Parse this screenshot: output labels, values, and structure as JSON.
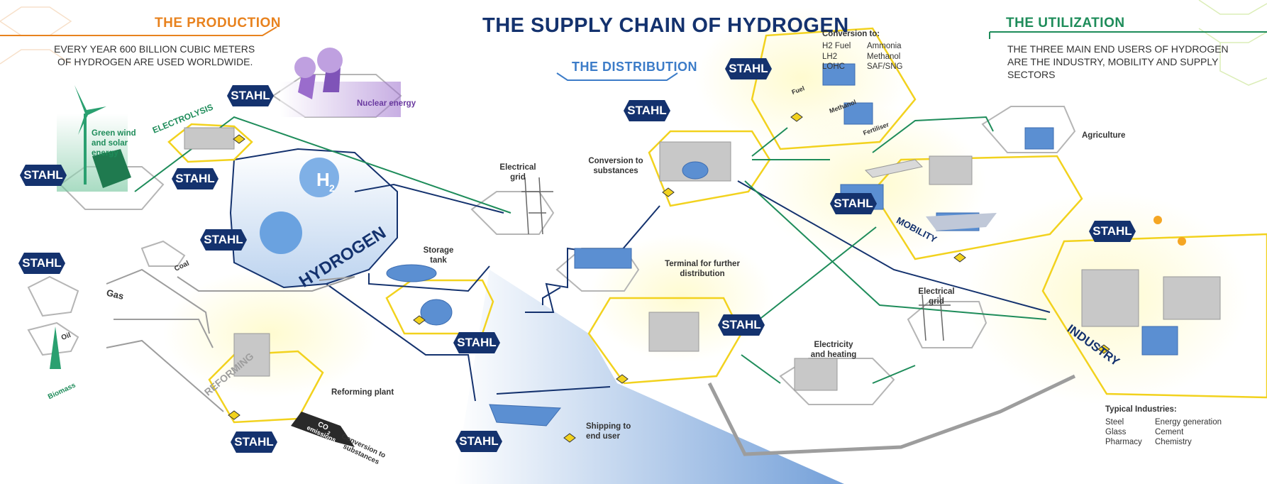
{
  "title": "THE SUPPLY CHAIN OF HYDROGEN",
  "sections": {
    "production": {
      "heading": "THE PRODUCTION",
      "text_line1": "EVERY YEAR 600 BILLION CUBIC METERS",
      "text_line2": "OF HYDROGEN ARE USED WORLDWIDE."
    },
    "distribution": {
      "heading": "THE DISTRIBUTION"
    },
    "utilization": {
      "heading": "THE UTILIZATION",
      "text_line1": "THE THREE MAIN END USERS OF HYDROGEN",
      "text_line2": "ARE THE INDUSTRY, MOBILITY AND SUPPLY",
      "text_line3": "SECTORS"
    }
  },
  "brand": "STAHL",
  "hub": {
    "label": "HYDROGEN",
    "symbol": "H",
    "subscript": "2"
  },
  "sources": {
    "nuclear": "Nuclear energy",
    "wind_l1": "Green wind",
    "wind_l2": "and solar",
    "wind_l3": "energy",
    "electrolysis": "ELECTROLYSIS",
    "gas": "Gas",
    "coal": "Coal",
    "oil": "Oil",
    "biomass": "Biomass",
    "reforming": "REFORMING",
    "reforming_plant": "Reforming plant",
    "co2_l1": "CO",
    "co2_sub": "2",
    "co2_l2": "emissions",
    "conv_l1": "Conversion to",
    "conv_l2": "substances"
  },
  "distribution_nodes": {
    "grid1_l1": "Electrical",
    "grid1_l2": "grid",
    "storage_l1": "Storage",
    "storage_l2": "tank",
    "shipping_l1": "Shipping to",
    "shipping_l2": "end user",
    "conversion_l1": "Conversion to",
    "conversion_l2": "substances",
    "terminal_l1": "Terminal for further",
    "terminal_l2": "distribution",
    "grid2_l1": "Electrical",
    "grid2_l2": "grid",
    "elec_heat_l1": "Electricity",
    "elec_heat_l2": "and heating"
  },
  "conversion_box": {
    "heading": "Conversion to:",
    "col1": [
      "H2 Fuel",
      "LH2",
      "LOHC"
    ],
    "col2": [
      "Ammonia",
      "Methanol",
      "SAF/SNG"
    ],
    "icon_fuel": "Fuel",
    "icon_methanol": "Methanol",
    "icon_fertiliser": "Fertiliser"
  },
  "end_users": {
    "agriculture": "Agriculture",
    "mobility": "MOBILITY",
    "industry": "INDUSTRY"
  },
  "typical_industries": {
    "heading": "Typical Industries:",
    "col1": [
      "Steel",
      "Glass",
      "Pharmacy"
    ],
    "col2": [
      "Energy generation",
      "Cement",
      "Chemistry"
    ]
  },
  "colors": {
    "navy": "#14326e",
    "orange": "#e8821e",
    "green": "#1e8c5a",
    "blue_accent": "#3c7cc8",
    "yellow_outline": "#f2d21e",
    "purple": "#6a3aa0"
  }
}
